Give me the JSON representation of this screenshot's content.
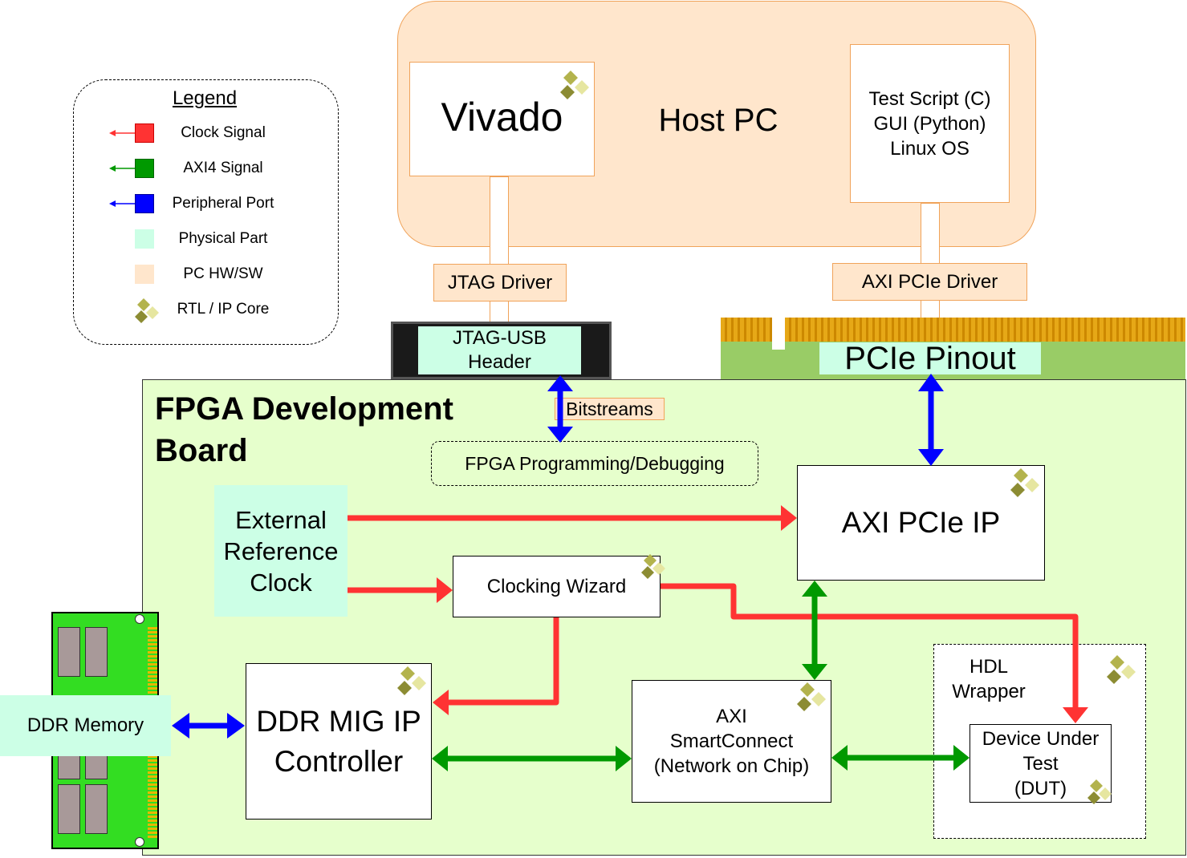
{
  "colors": {
    "clock": "#ff3333",
    "axi": "#009900",
    "peripheral": "#0000ff",
    "physical": "#ccffe6",
    "pc": "#ffe6cc",
    "pc_border": "#f0a35a",
    "board": "#e6ffcc"
  },
  "legend": {
    "title": "Legend",
    "items": [
      {
        "label": "Clock Signal",
        "icon": "red-square-arrow-icon"
      },
      {
        "label": "AXI4 Signal",
        "icon": "green-square-arrow-icon"
      },
      {
        "label": "Peripheral Port",
        "icon": "blue-square-arrow-icon"
      },
      {
        "label": "Physical Part",
        "icon": "mint-square-icon"
      },
      {
        "label": "PC HW/SW",
        "icon": "peach-square-icon"
      },
      {
        "label": "RTL / IP Core",
        "icon": "xilinx-logo-icon"
      }
    ]
  },
  "host": {
    "title": "Host PC",
    "vivado": "Vivado",
    "script_lines": [
      "Test Script (C)",
      "GUI (Python)",
      "Linux OS"
    ],
    "jtag_driver": "JTAG Driver",
    "pcie_driver": "AXI PCIe Driver"
  },
  "connectors": {
    "jtag_lines": [
      "JTAG-USB",
      "Header"
    ],
    "pcie_pinout": "PCIe Pinout"
  },
  "board": {
    "title_lines": [
      "FPGA Development",
      "Board"
    ],
    "bitstreams": "Bitstreams",
    "programming": "FPGA Programming/Debugging",
    "ext_clock_lines": [
      "External",
      "Reference",
      "Clock"
    ],
    "clocking_wizard": "Clocking Wizard",
    "axi_pcie_ip": "AXI PCIe IP",
    "ddr_mig_lines": [
      "DDR MIG IP",
      "Controller"
    ],
    "smartconnect_lines": [
      "AXI",
      "SmartConnect",
      "(Network on Chip)"
    ],
    "hdl_wrapper_lines": [
      "HDL",
      "Wrapper"
    ],
    "dut_lines": [
      "Device Under",
      "Test",
      "(DUT)"
    ],
    "ddr_memory": "DDR Memory"
  }
}
